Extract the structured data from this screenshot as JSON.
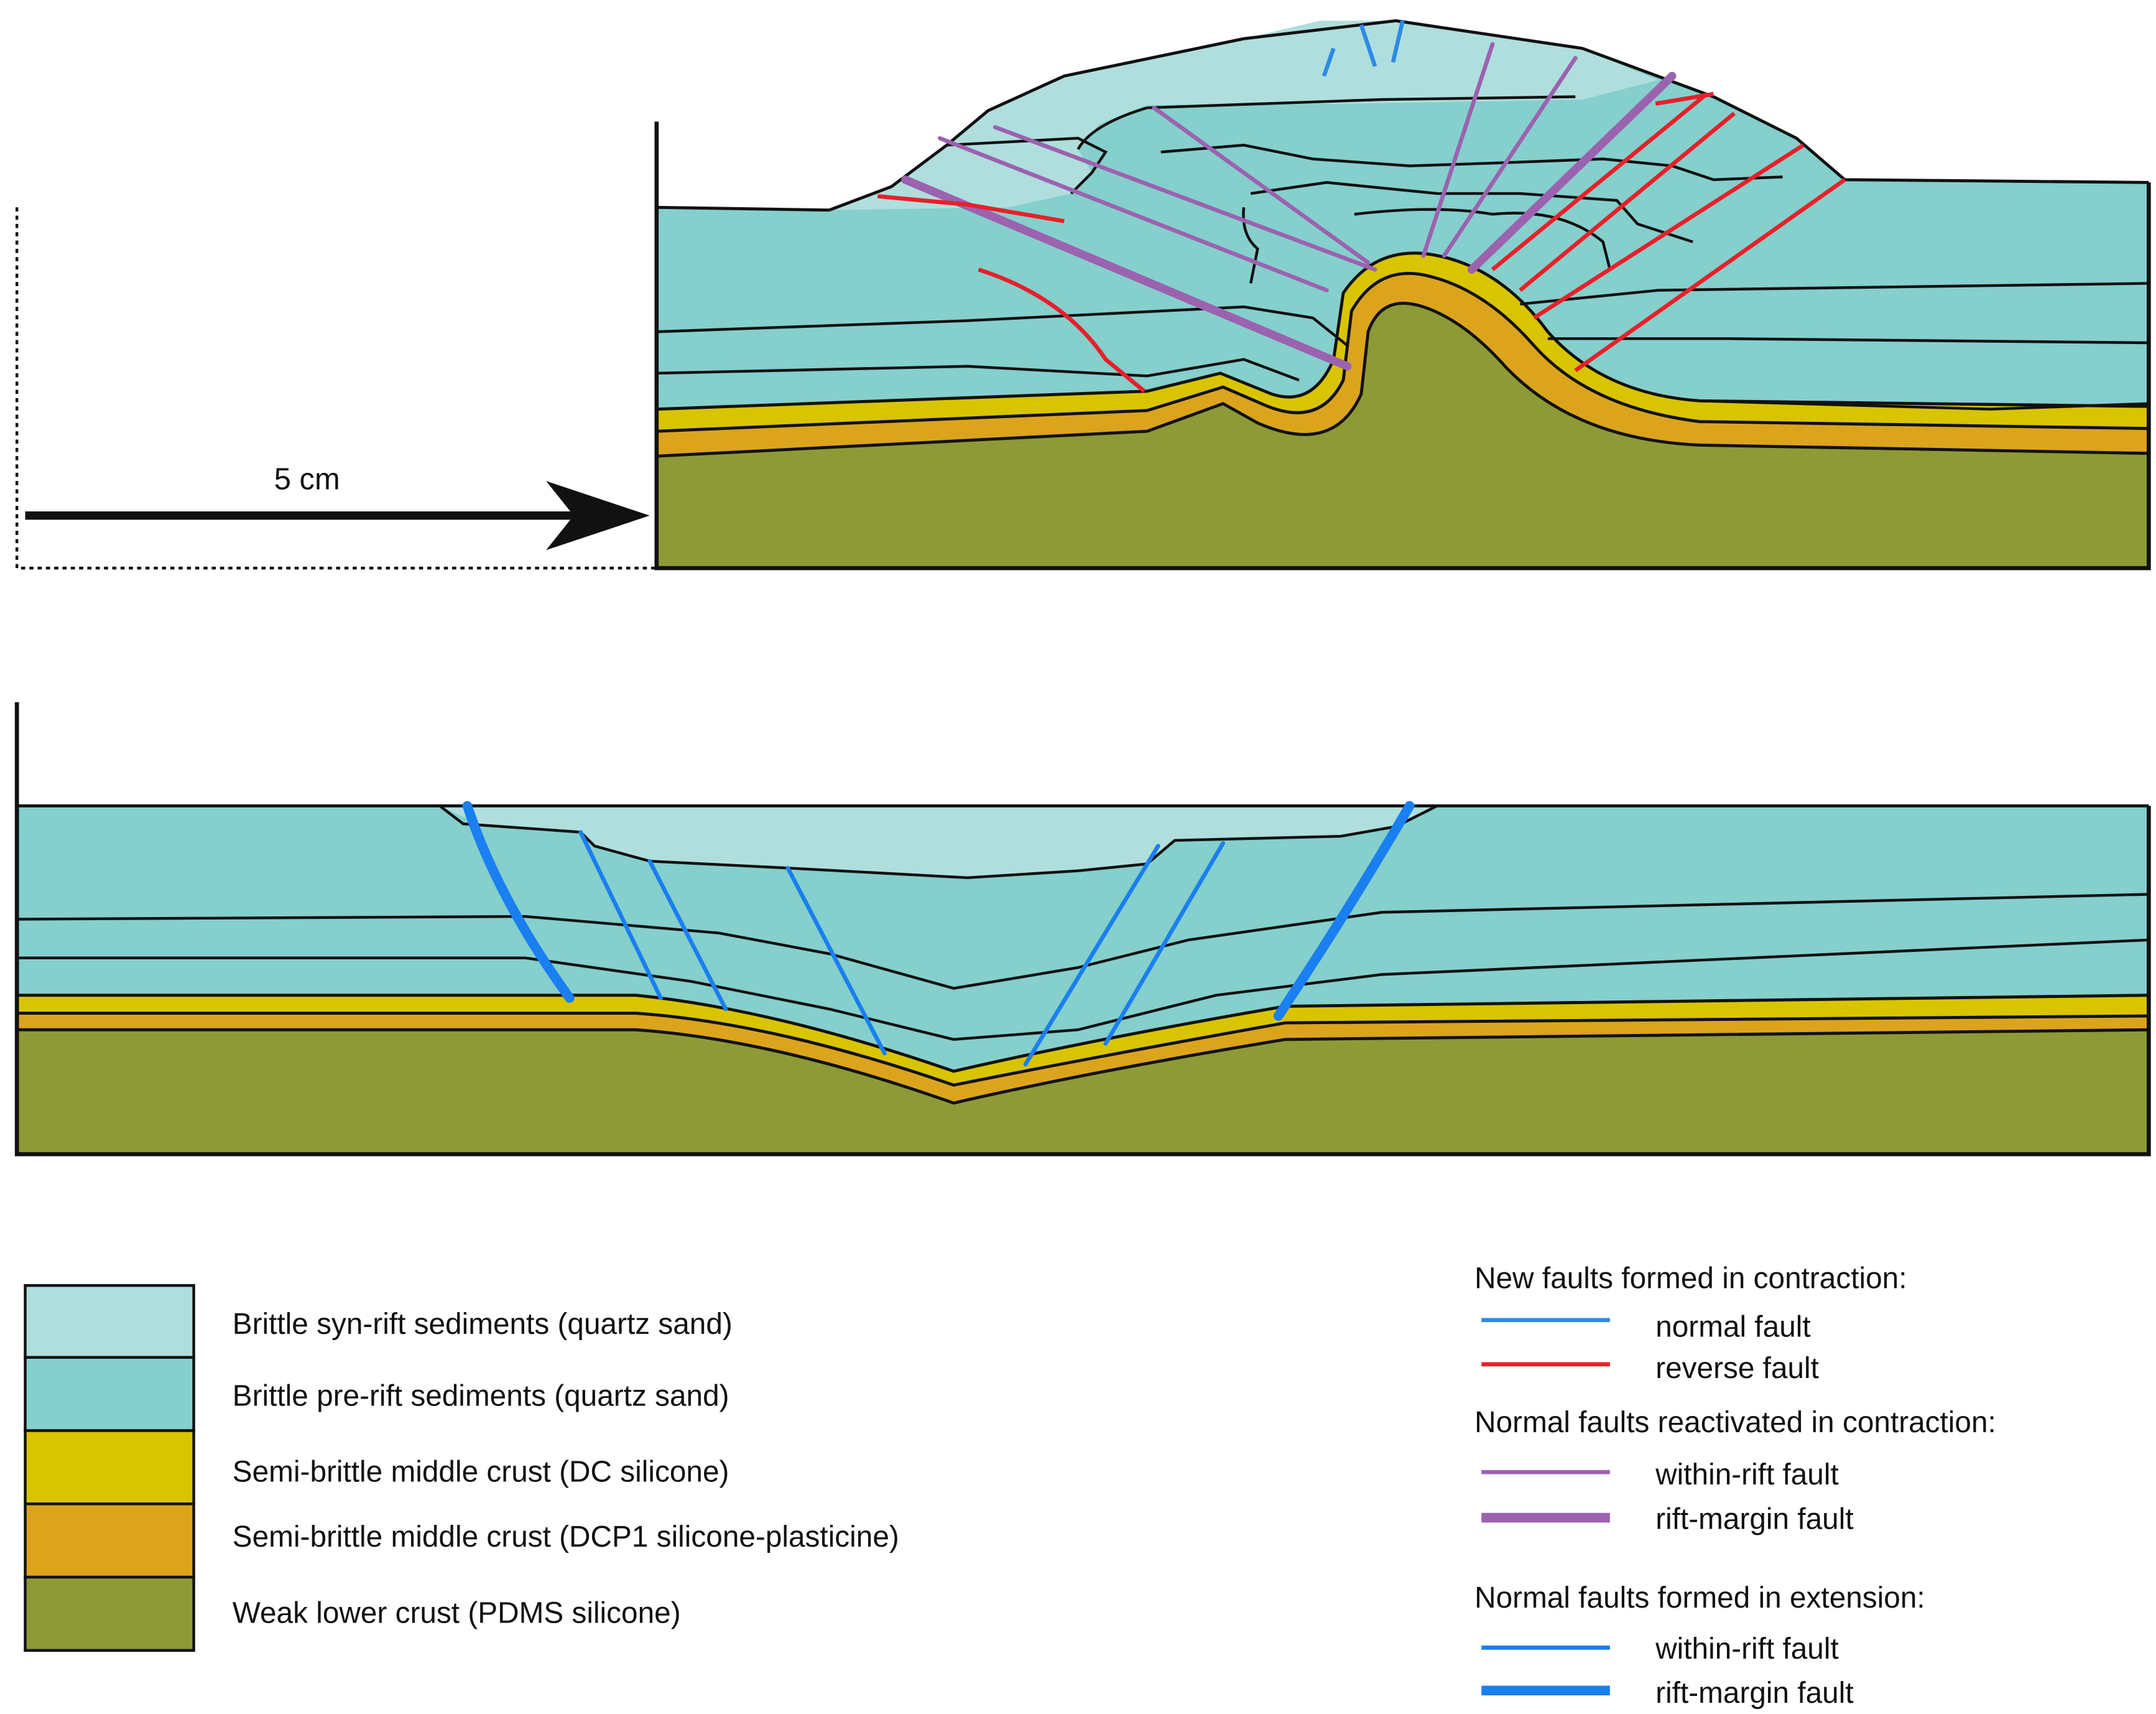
{
  "scale_bar": {
    "label": "5 cm"
  },
  "colors": {
    "syn_rift": "#afdedd",
    "pre_rift": "#85cfcc",
    "dc_silicone": "#d8c400",
    "dcp1_silicone_plasticine": "#dba41c",
    "pdms_silicone": "#8d9a35",
    "new_normal_fault": "#2b8be6",
    "new_reverse_fault": "#e8202a",
    "reactivated_fault": "#9b62b0",
    "extension_fault": "#1a7ff0"
  },
  "legend_layers": [
    {
      "label": "Brittle syn-rift sediments (quartz sand)",
      "color_key": "syn_rift"
    },
    {
      "label": "Brittle pre-rift sediments (quartz sand)",
      "color_key": "pre_rift"
    },
    {
      "label": "Semi-brittle middle crust (DC silicone)",
      "color_key": "dc_silicone"
    },
    {
      "label": "Semi-brittle middle crust (DCP1 silicone-plasticine)",
      "color_key": "dcp1_silicone_plasticine"
    },
    {
      "label": "Weak lower crust (PDMS silicone)",
      "color_key": "pdms_silicone"
    }
  ],
  "legend_faults": {
    "contraction_new": {
      "heading": "New faults formed in contraction:",
      "items": [
        {
          "label": "normal fault",
          "color_key": "new_normal_fault",
          "style": "thin"
        },
        {
          "label": "reverse fault",
          "color_key": "new_reverse_fault",
          "style": "thin"
        }
      ]
    },
    "contraction_reactivated": {
      "heading": "Normal faults reactivated in contraction:",
      "items": [
        {
          "label": "within-rift fault",
          "color_key": "reactivated_fault",
          "style": "thin"
        },
        {
          "label": "rift-margin fault",
          "color_key": "reactivated_fault",
          "style": "thick"
        }
      ]
    },
    "extension": {
      "heading": "Normal faults formed in extension:",
      "items": [
        {
          "label": "within-rift fault",
          "color_key": "extension_fault",
          "style": "thin"
        },
        {
          "label": "rift-margin fault",
          "color_key": "extension_fault",
          "style": "thick"
        }
      ]
    }
  }
}
